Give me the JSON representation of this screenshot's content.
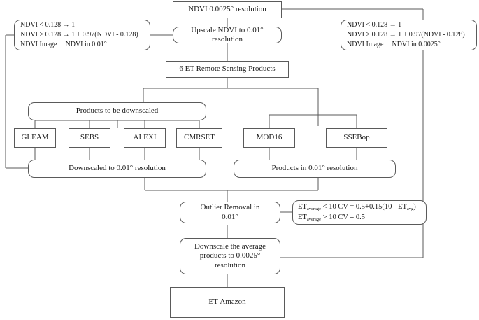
{
  "diagram": {
    "title": "ET-Amazon processing flowchart",
    "type": "flowchart",
    "background_color": "#ffffff",
    "line_color": "#5a5a5a",
    "text_color": "#1a1a1a"
  },
  "nodes": {
    "ndvi_source": "NDVI 0.0025° resolution",
    "upscale_ndvi": "Upscale NDVI to 0.01° resolution",
    "six_products": "6 ET Remote Sensing Products",
    "to_be_downscaled": "Products to be downscaled",
    "gleam": "GLEAM",
    "sebs": "SEBS",
    "alexi": "ALEXI",
    "cmrset": "CMRSET",
    "mod16": "MOD16",
    "ssebop": "SSEBop",
    "downscaled_001": "Downscaled to 0.01° resolution",
    "products_001": "Products in 0.01° resolution",
    "outlier_removal_line1": "Outlier Removal in",
    "outlier_removal_line2": "0.01°",
    "downscale_avg_line1": "Downscale the average",
    "downscale_avg_line2": "products to 0.0025°",
    "downscale_avg_line3": "resolution",
    "et_amazon": "ET-Amazon"
  },
  "annotations": {
    "left_ndvi": {
      "line1": "NDVI < 0.128  → 1",
      "line2": "NDVI > 0.128  → 1 + 0.97(NDVI - 0.128)",
      "line3_a": "NDVI Image",
      "line3_b": "NDVI in 0.01°"
    },
    "right_ndvi": {
      "line1": "NDVI < 0.128  → 1",
      "line2": "NDVI > 0.128  → 1 + 0.97(NDVI - 0.128)",
      "line3_a": "NDVI Image",
      "line3_b": "NDVI in 0.0025°"
    },
    "cv_formula": {
      "line1_pre": "ET",
      "line1_sub": "average",
      "line1_post": " < 10 CV = 0.5+0.15(10  - ET",
      "line1_sub2": "avg",
      "line1_end": ")",
      "line2_pre": "ET",
      "line2_sub": "average",
      "line2_post": " > 10 CV = 0.5"
    }
  }
}
